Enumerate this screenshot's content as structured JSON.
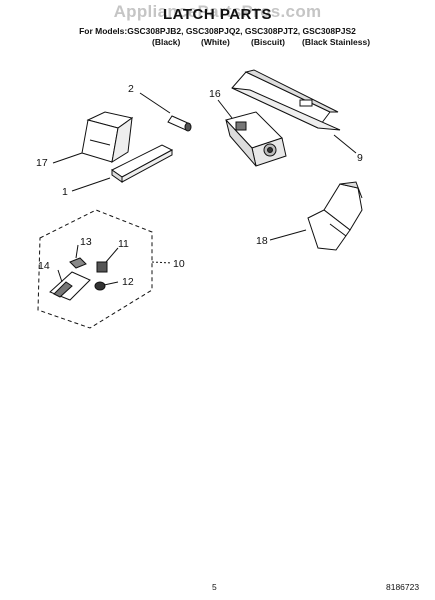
{
  "header": {
    "watermark": "AppliancePartsPros.com",
    "title": "LATCH PARTS",
    "models_line": "For Models:GSC308PJB2, GSC308PJQ2, GSC308PJT2, GSC308PJS2",
    "colors": [
      "(Black)",
      "(White)",
      "(Biscuit)",
      "(Black Stainless)"
    ]
  },
  "callouts": {
    "c1": "1",
    "c2": "2",
    "c9": "9",
    "c10": "10",
    "c11": "11",
    "c12": "12",
    "c13": "13",
    "c14": "14",
    "c16": "16",
    "c17": "17",
    "c18": "18"
  },
  "footer": {
    "page_number": "5",
    "doc_number": "8186723"
  }
}
